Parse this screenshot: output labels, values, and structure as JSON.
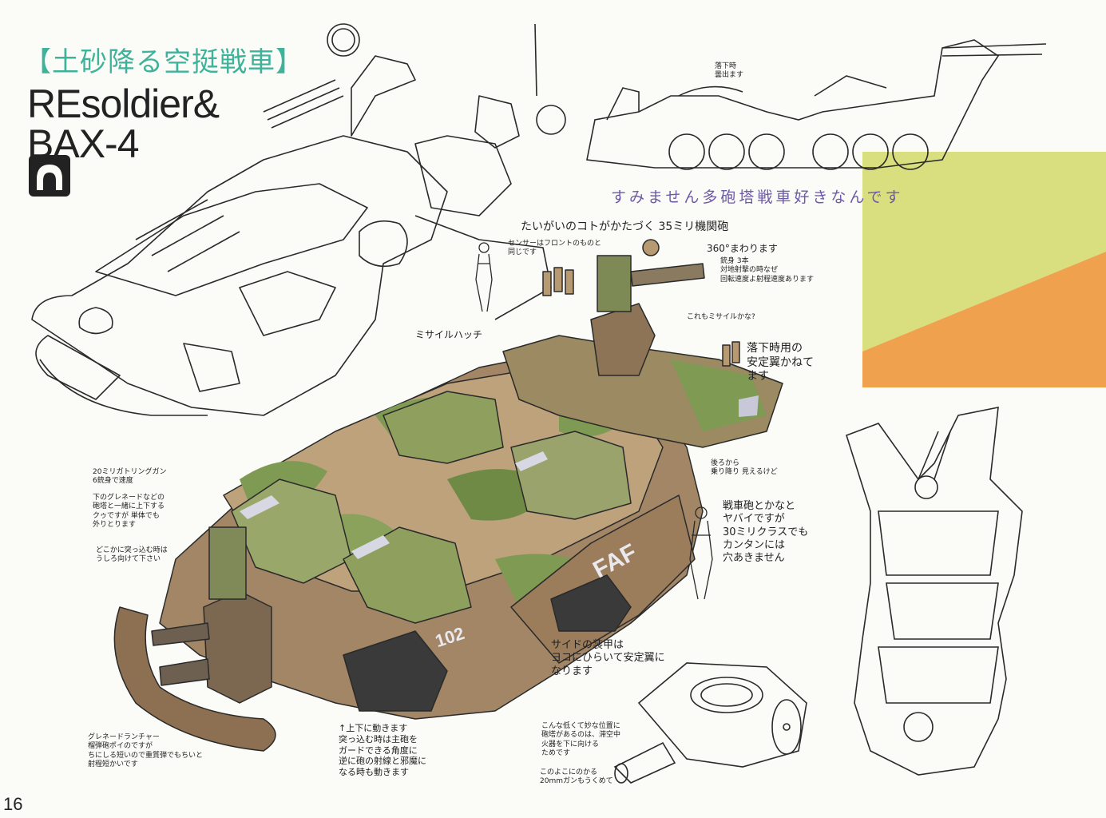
{
  "title": {
    "japanese": "【土砂降る空挺戦車】",
    "english_line1": "REsoldier&",
    "english_line2": "BAX-4"
  },
  "subtitle": "すみません多砲塔戦車好きなんです",
  "page_number": "16",
  "hull_markings": {
    "faf": "FAF",
    "number": "102"
  },
  "annotations": {
    "drop_note": "落下時\n曇出ます",
    "cannon_35mm": "たいがいのコトがかたづく 35ミリ機関砲",
    "rotation": "360°まわります",
    "barrels": "銃身 3本\n対地射撃の時なぜ\n回転速度よ射程速度あります",
    "sensor": "センサーはフロントのものと\n同じです",
    "missile_hatch": "ミサイルハッチ",
    "also_missile": "これもミサイルかな?",
    "stabilizer_drop": "落下時用の\n安定翼かねて\nます",
    "rear_boarding": "後ろから\n乗り降り 見えるけど",
    "gatling_20mm": "20ミリガトリングガン\n6銃身で速度",
    "grenade_note": "下のグレネードなどの\n砲塔と一緒に上下する\nクゥですが 単体でも\n外りとります",
    "face_back": "どこかに突っ込む時は\nうしろ向けて下さい",
    "armor_note": "戦車砲とかなと\nヤバイですが\n30ミリクラスでも\nカンタンには\n穴あきません",
    "side_armor": "サイドの装甲は\nヨコにひらいて安定翼に\nなります",
    "grenade_launcher": "グレネードランチャー\n榴弾砲ポイのですが\nちにしる短いので重質弾でもちいと\n射程短かいです",
    "vertical_move": "↑上下に動きます\n突っ込む時は主砲を\nガードできる角度に\n逆に砲の射線と邪魔に\nなる時も動きます",
    "low_position": "こんな低くて妙な位置に\n砲塔があるのは、滞空中\n火器を下に向ける\nためです",
    "mount_20mm": "このよこにのかる\n20mmガンもうくめて"
  },
  "colors": {
    "title_accent": "#3fb39a",
    "subtitle_violet": "#6e5aa8",
    "swatch_yellow": "#d9de7e",
    "swatch_orange": "#f0a14d",
    "camo_green": "#7f9a52",
    "camo_brown": "#8d6f52",
    "camo_tan": "#c9b48a"
  }
}
